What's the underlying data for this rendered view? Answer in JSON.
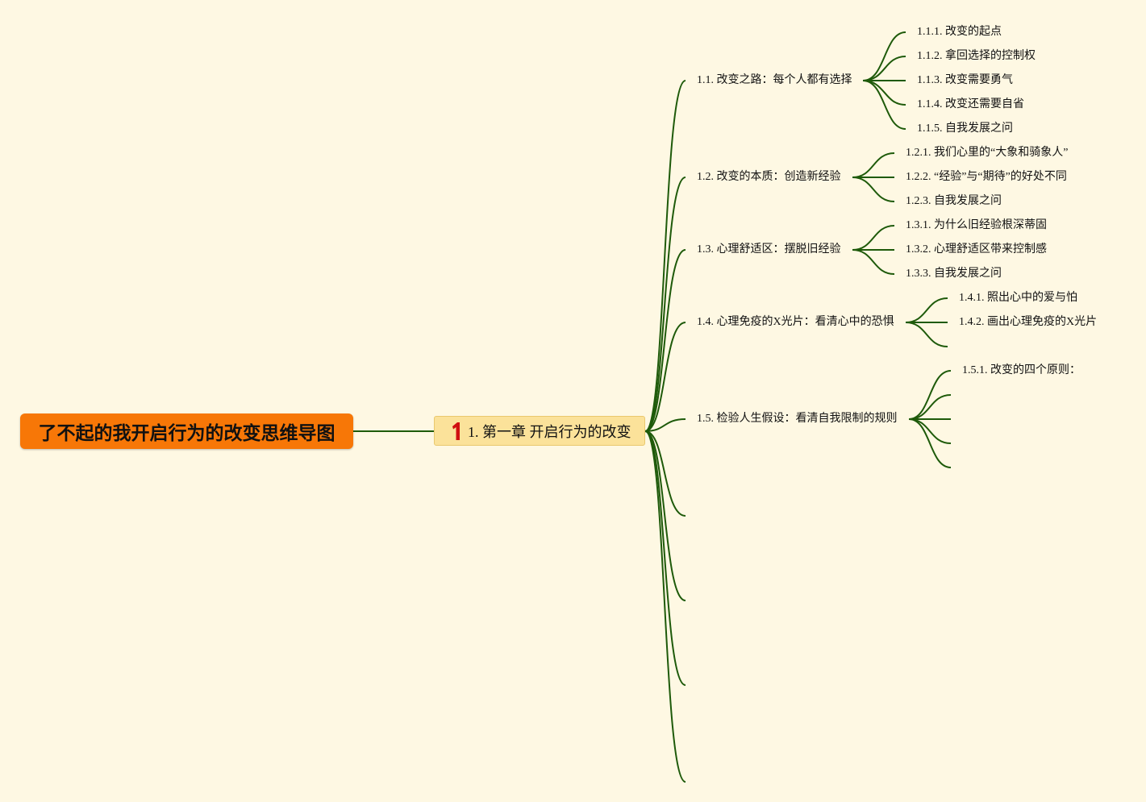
{
  "root": {
    "title": "了不起的我开启行为的改变思维导图"
  },
  "chapter": {
    "label": "1. 第一章 开启行为的改变",
    "priority": "1"
  },
  "colors": {
    "background": "#fef8e3",
    "root": "#f77707",
    "chapter": "#fbe29a",
    "link": "#1e5a0a",
    "priority_marker": "#d01010"
  },
  "sections": [
    {
      "label": "1.1. 改变之路：每个人都有选择",
      "children": [
        "1.1.1. 改变的起点",
        "1.1.2. 拿回选择的控制权",
        "1.1.3. 改变需要勇气",
        "1.1.4. 改变还需要自省",
        "1.1.5. 自我发展之问"
      ]
    },
    {
      "label": "1.2. 改变的本质：创造新经验",
      "children": [
        "1.2.1. 我们心里的“大象和骑象人”",
        "1.2.2. “经验”与“期待”的好处不同",
        "1.2.3. 自我发展之问"
      ]
    },
    {
      "label": "1.3. 心理舒适区：摆脱旧经验",
      "children": [
        "1.3.1. 为什么旧经验根深蒂固",
        "1.3.2. 心理舒适区带来控制感",
        "1.3.3. 自我发展之问"
      ]
    },
    {
      "label": "1.4. 心理免疫的X光片：看清心中的恐惧",
      "children": [
        "1.4.1. 照出心中的爱与怕",
        "1.4.2. 画出心理免疫的X光片"
      ]
    },
    {
      "label": "1.5. 检验人生假设：看清自我限制的规则",
      "children": [
        "1.5.1. 改变的四个原则："
      ]
    }
  ]
}
